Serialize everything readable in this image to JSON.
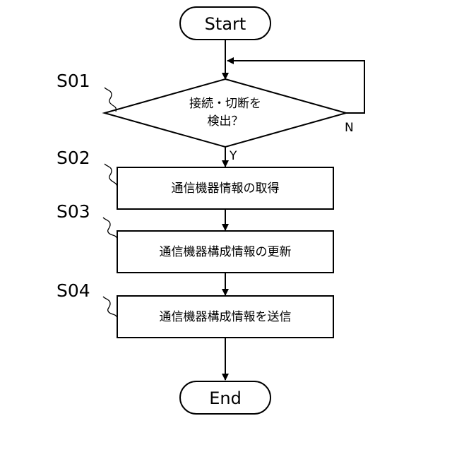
{
  "terminals": {
    "start": "Start",
    "end": "End"
  },
  "decision": {
    "line1": "接続・切断を",
    "line2": "検出？",
    "yes": "Y",
    "no": "N"
  },
  "steps": [
    {
      "id": "S01"
    },
    {
      "id": "S02",
      "label": "通信機器情報の取得"
    },
    {
      "id": "S03",
      "label": "通信機器構成情報の更新"
    },
    {
      "id": "S04",
      "label": "通信機器構成情報を送信"
    }
  ]
}
